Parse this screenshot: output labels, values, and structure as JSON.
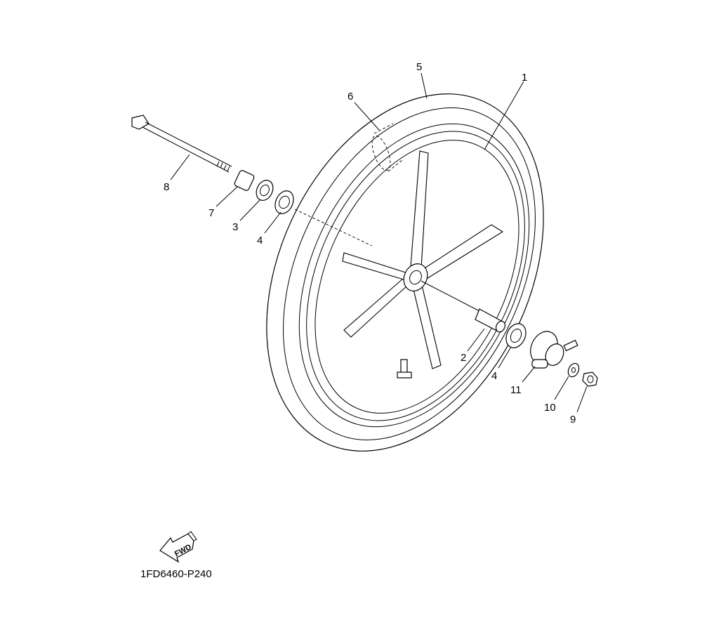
{
  "callouts": [
    {
      "id": "1",
      "text": "1"
    },
    {
      "id": "2",
      "text": "2"
    },
    {
      "id": "3",
      "text": "3"
    },
    {
      "id": "4a",
      "text": "4"
    },
    {
      "id": "4b",
      "text": "4"
    },
    {
      "id": "5",
      "text": "5"
    },
    {
      "id": "6",
      "text": "6"
    },
    {
      "id": "7",
      "text": "7"
    },
    {
      "id": "8",
      "text": "8"
    },
    {
      "id": "9",
      "text": "9"
    },
    {
      "id": "10",
      "text": "10"
    },
    {
      "id": "11",
      "text": "11"
    }
  ],
  "fwd_badge": "FWD",
  "diagram_code": "1FD6460-P240"
}
